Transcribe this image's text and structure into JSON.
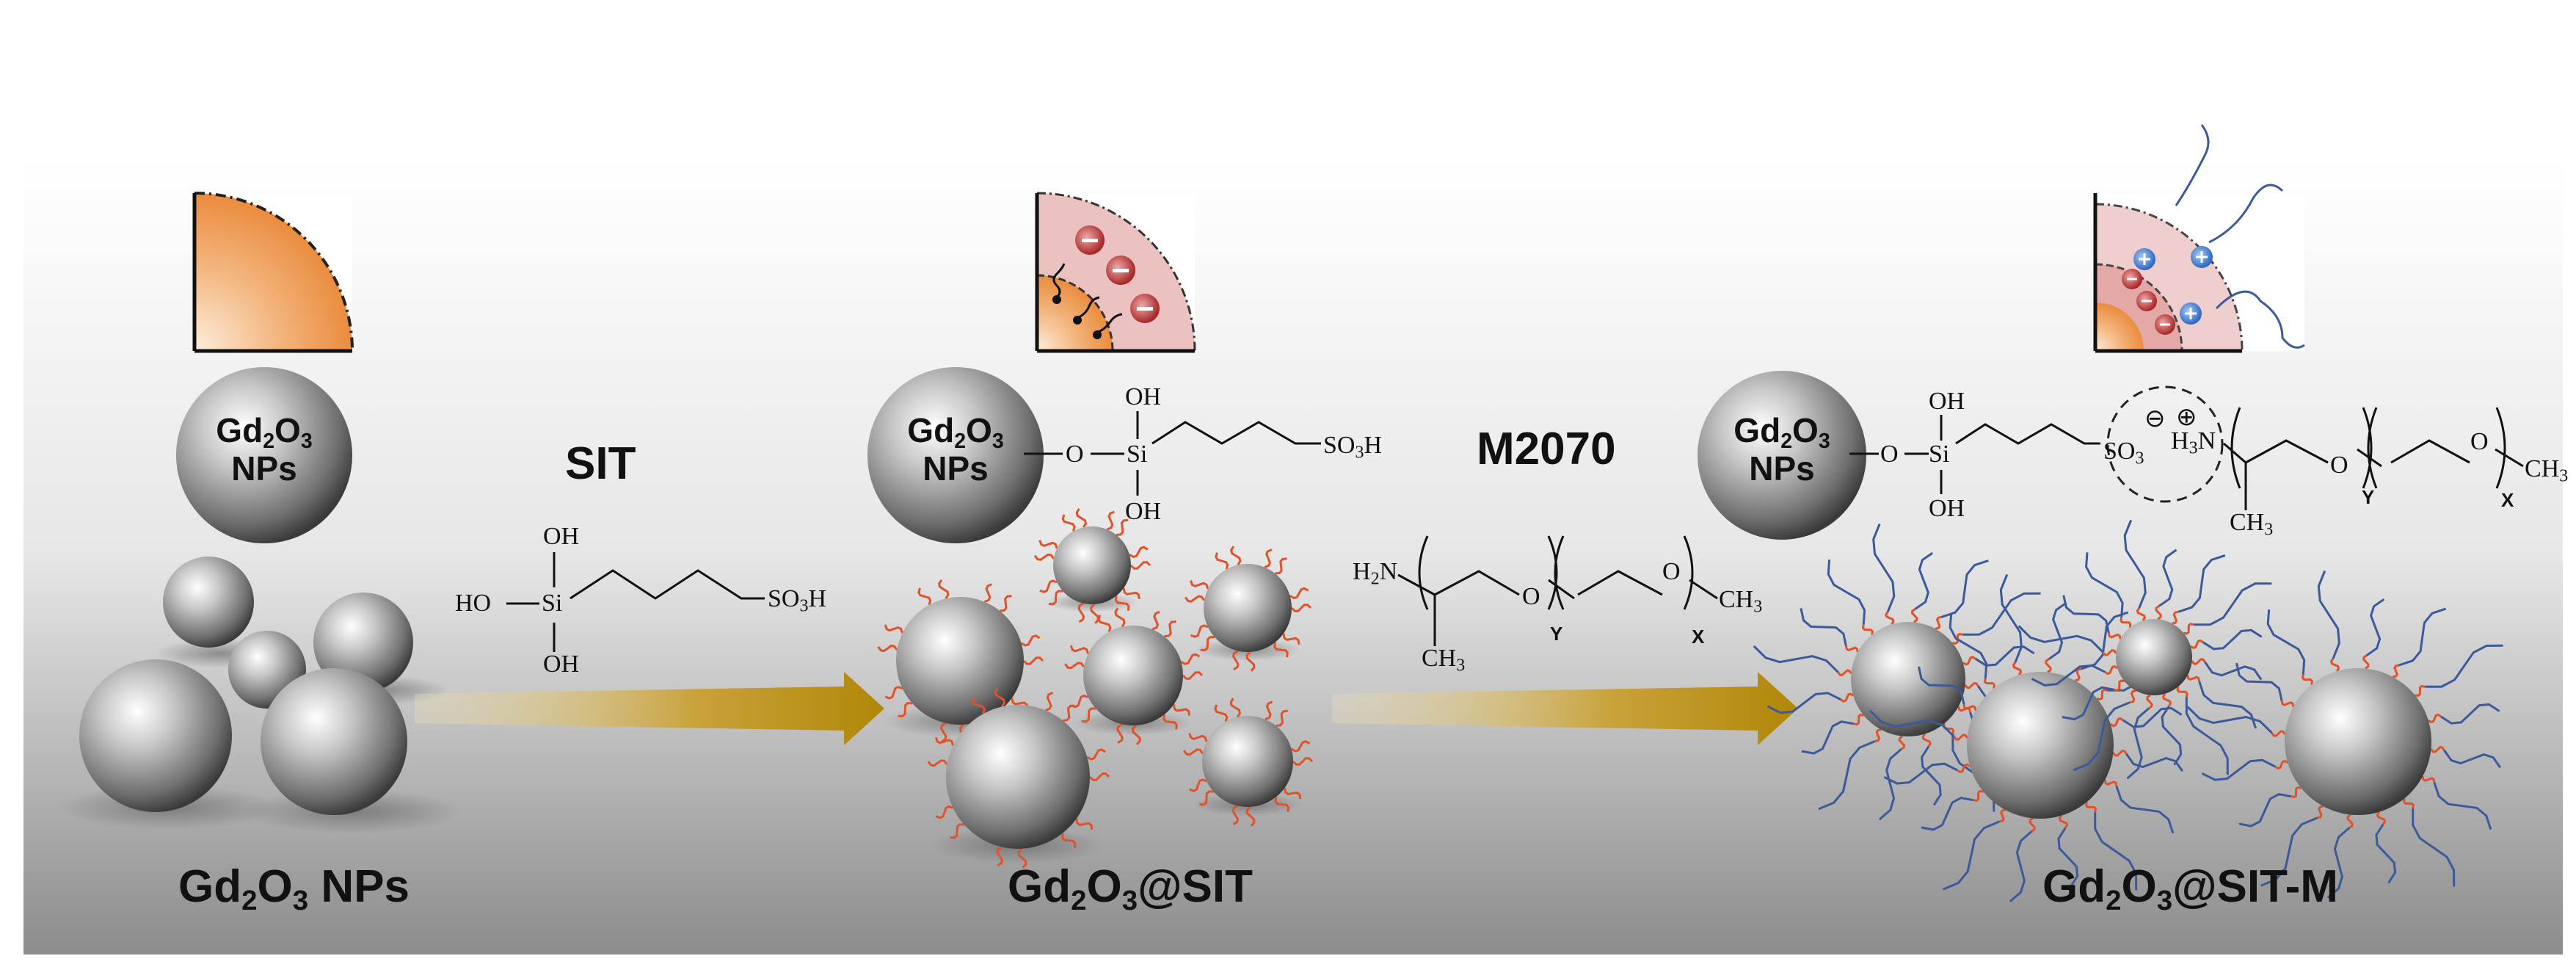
{
  "stages": {
    "s1": {
      "label_pre": "Gd",
      "label_sub1": "2",
      "label_mid": "O",
      "label_sub2": "3",
      "label_post": " NPs"
    },
    "s2": {
      "label_pre": "Gd",
      "label_sub1": "2",
      "label_mid": "O",
      "label_sub2": "3",
      "label_post": "@SIT"
    },
    "s3": {
      "label_pre": "Gd",
      "label_sub1": "2",
      "label_mid": "O",
      "label_sub2": "3",
      "label_post": "@SIT-M"
    }
  },
  "sphere_label": {
    "l1_pre": "Gd",
    "l1_sub1": "2",
    "l1_mid": "O",
    "l1_sub2": "3",
    "l2": "NPs"
  },
  "reagents": {
    "r1": "SIT",
    "r2": "M2070"
  },
  "sit_structure": {
    "oh_top": "OH",
    "ho_left": "HO",
    "si": "Si",
    "oh_bottom": "OH",
    "so3h": "SO",
    "so3h_sub": "3",
    "so3h_tail": "H"
  },
  "grafted_structure": {
    "o": "O",
    "si": "Si",
    "oh_top": "OH",
    "oh_bottom": "OH",
    "so3h": "SO",
    "so3h_sub": "3",
    "so3h_tail": "H"
  },
  "m2070_structure": {
    "h2n": "H",
    "h2n_sub": "2",
    "h2n_tail": "N",
    "o1": "O",
    "o2": "O",
    "ch3_end": "CH",
    "ch3_end_sub": "3",
    "ch3_branch": "CH",
    "ch3_branch_sub": "3",
    "y": "Y",
    "x": "X"
  },
  "final_structure": {
    "o": "O",
    "si": "Si",
    "oh_top": "OH",
    "oh_bottom": "OH",
    "so3": "SO",
    "so3_sub": "3",
    "minus": "⊖",
    "plus": "⊕",
    "h3n": "H",
    "h3n_sub": "3",
    "h3n_tail": "N",
    "o1": "O",
    "o2": "O",
    "ch3_end": "CH",
    "ch3_end_sub": "3",
    "ch3_branch": "CH",
    "ch3_branch_sub": "3",
    "y": "Y",
    "x": "X"
  },
  "colors": {
    "core_orange": "#ee9a52",
    "arrow_gold": "#b8900e",
    "chain_orange": "#e0532a",
    "chain_blue": "#3a5a9a",
    "charge_red": "#b73333",
    "charge_blue": "#3d7ed6",
    "shell_pink": "#e8b7b4"
  }
}
